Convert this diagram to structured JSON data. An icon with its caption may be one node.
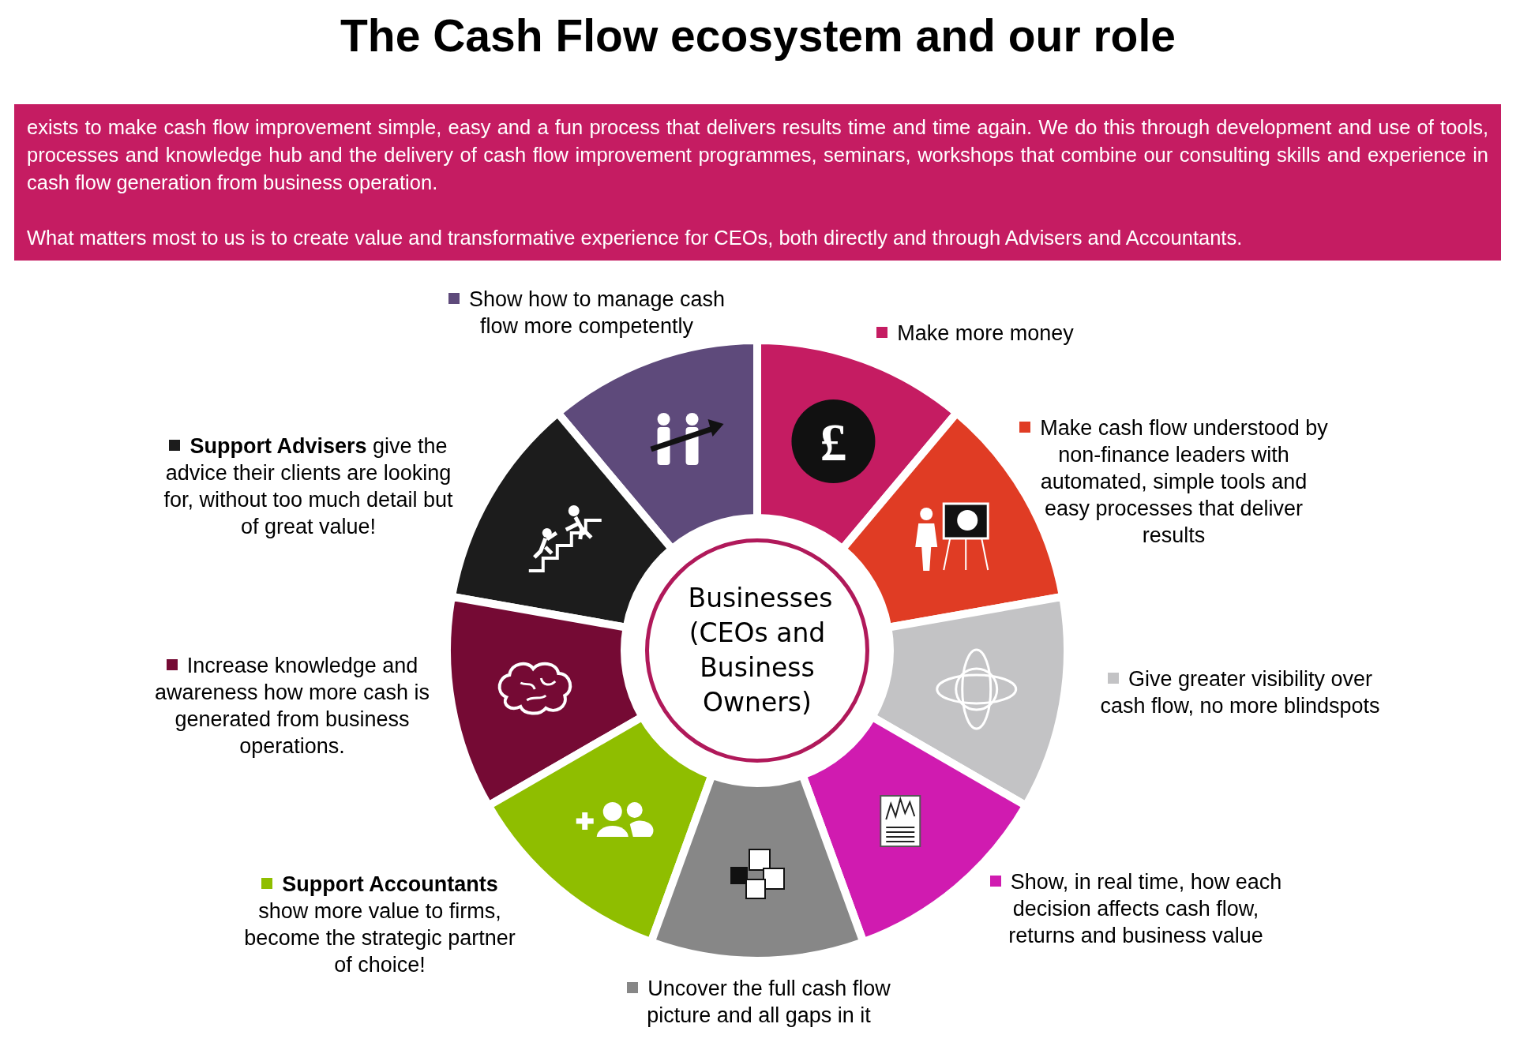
{
  "diagram": {
    "title": "The Cash Flow ecosystem and our role",
    "nodes": [
      {
        "text": [
          "exists to make cash flow improvement simple, easy and a fun process that delivers results time and time again. We do this through development and use of tools, processes and knowledge hub and the delivery of cash flow improvement programmes, seminars, workshops that combine our consulting skills and experience in cash flow generation from business operation.",
          "What matters most to us is to create value and transformative experience for CEOs, both directly and through Advisers and Accountants."
        ]
      },
      {
        "text": [
          "Businesses (CEOs and Business Owners)"
        ]
      }
    ],
    "labels": [
      "£"
    ],
    "legend": [
      {
        "text": "Show how to manage cash flow more competently",
        "color": "#5e4a7b"
      },
      {
        "text": "Make more money",
        "color": "#c51c62"
      },
      {
        "text": "**Support Advisers** give the advice their clients are looking for, without too much detail but of great value!",
        "color": "#1c1c1c"
      },
      {
        "text": "Make cash flow understood by non-finance leaders with automated, simple tools and easy processes that deliver results",
        "color": "#e03c24"
      },
      {
        "text": "Increase knowledge and awareness how more cash is generated from business operations.",
        "color": "#750a34"
      },
      {
        "text": "Give greater visibility over cash flow, no more blindspots",
        "color": "#c3c3c5"
      },
      {
        "text": "**Support Accountants** show more value to firms, become the strategic partner of choice!",
        "color": "#8fbe00"
      },
      {
        "text": "Show, in real time, how each decision affects cash flow, returns and business value",
        "color": "#d01bb0"
      },
      {
        "text": "Uncover the full cash flow picture and all gaps in it",
        "color": "#878787"
      }
    ]
  }
}
